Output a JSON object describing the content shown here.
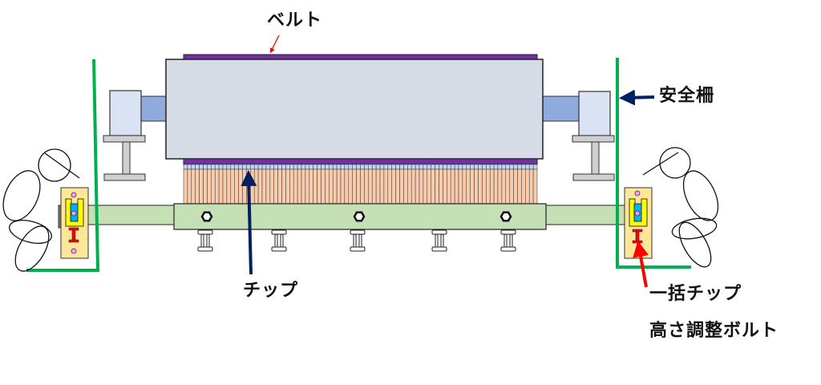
{
  "labels": {
    "belt": "ベルト",
    "safety_fence": "安全柵",
    "tips": "チップ",
    "bolt_line1": "一括チップ",
    "bolt_line2": "高さ調整ボルト"
  },
  "colors": {
    "drum_fill": "#d6dce5",
    "belt": "#7030a0",
    "shaft_small": "#8faadc",
    "motor_fill": "#dae3f3",
    "stand_fill": "#d0d0d0",
    "tip_cap": "#bdd7ee",
    "tip_body": "#f8cbad",
    "base_bar": "#c5e0b4",
    "fence": "#00b050",
    "bracket": "#ffe699",
    "bracket_inner": "#ffff00",
    "slot": "#00b0f0",
    "bolt_red": "#ff0000",
    "pin": "#ff99ff",
    "arrow_navy": "#002060",
    "arrow_red": "#ff0000"
  },
  "tip_count": 90
}
